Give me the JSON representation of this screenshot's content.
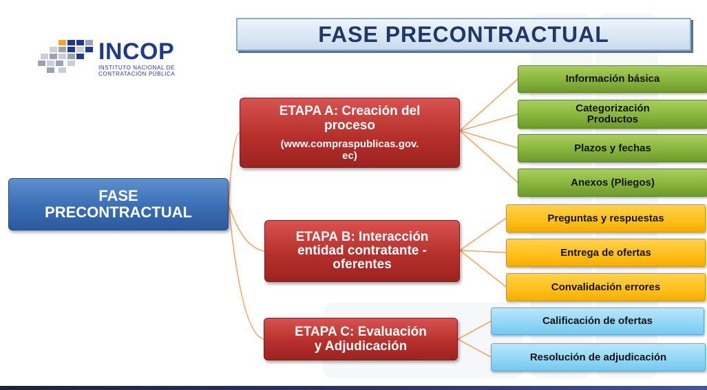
{
  "title": "FASE PRECONTRACTUAL",
  "logo": {
    "name": "INCOP",
    "subtitle_line1": "INSTITUTO NACIONAL DE",
    "subtitle_line2": "CONTRATACIÓN PÚBLICA"
  },
  "root": {
    "line1": "FASE",
    "line2": "PRECONTRACTUAL"
  },
  "stage_a": {
    "line1": "ETAPA A: Creación del",
    "line2": "proceso",
    "url_line1": "(www.compraspublicas.gov.",
    "url_line2": "ec)",
    "items": [
      "Información básica",
      "Categorización",
      "Productos",
      "Plazos y fechas",
      "Anexos (Pliegos)"
    ]
  },
  "stage_b": {
    "line1": "ETAPA B: Interacción",
    "line2": "entidad contratante -",
    "line3": "oferentes",
    "items": [
      "Preguntas y respuestas",
      "Entrega de ofertas",
      "Convalidación errores"
    ]
  },
  "stage_c": {
    "line1": "ETAPA C: Evaluación",
    "line2": "y Adjudicación",
    "items": [
      "Calificación de ofertas",
      "Resolución de adjudicación"
    ]
  },
  "colors": {
    "root": "#3a6db3",
    "stage": "#b6302c",
    "leaf_a": "#84b23a",
    "leaf_b": "#ffbf1a",
    "leaf_c": "#8fd6f6",
    "connector": "#f2a66a"
  }
}
